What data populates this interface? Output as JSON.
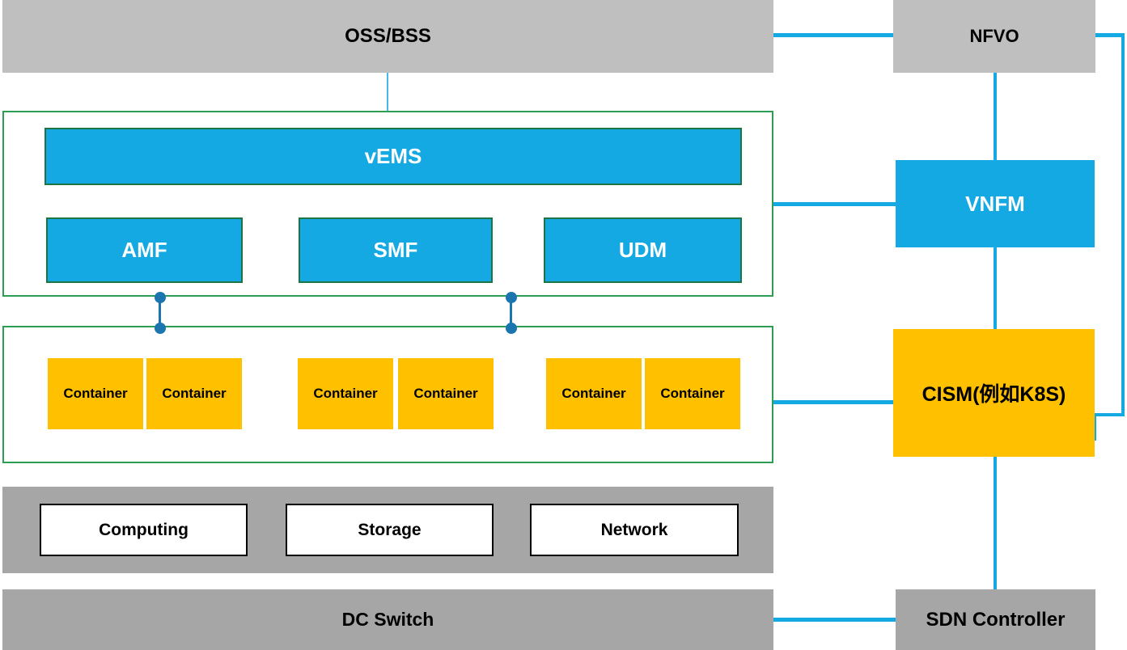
{
  "nodes": {
    "oss_bss": "OSS/BSS",
    "nfvo": "NFVO",
    "vems": "vEMS",
    "vnfs": [
      "AMF",
      "SMF",
      "UDM"
    ],
    "container_label": "Container",
    "vnfm": "VNFM",
    "cism": "CISM(例如K8S)",
    "infra": [
      "Computing",
      "Storage",
      "Network"
    ],
    "dc_switch": "DC Switch",
    "sdn_controller": "SDN Controller"
  },
  "containers_count": 6,
  "colors": {
    "cyan_box": "#14A9E3",
    "orange_box": "#FFC000",
    "gray_light_bar": "#BFBFBF",
    "gray_dark_bar": "#A6A6A6",
    "green_group_border": "#2E9E54",
    "cyan_box_border": "#1E7445",
    "connector_blue": "#14A9E3",
    "dot_connector_blue": "#1B76B0",
    "infra_box_border": "#000000"
  }
}
